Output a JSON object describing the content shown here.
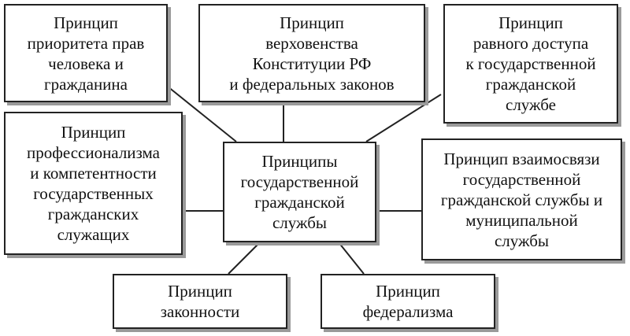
{
  "diagram": {
    "center": "Принципы\nгосударственной\nгражданской\nслужбы",
    "principles": {
      "rights_priority": "Принцип\nприоритета прав\nчеловека и\nгражданина",
      "constitution_supremacy": "Принцип\nверховенства\nКонституции РФ\nи федеральных законов",
      "equal_access": "Принцип\nравного доступа\nк государственной\nгражданской\nслужбе",
      "professionalism": "Принцип\nпрофессионализма\nи компетентности\nгосударственных\nгражданских\nслужащих",
      "interconnection": "Принцип взаимосвязи\nгосударственной\nгражданской службы и\nмуниципальной\nслужбы",
      "legality": "Принцип\nзаконности",
      "federalism": "Принцип\nфедерализма"
    },
    "colors": {
      "border": "#222222",
      "shadow": "#9a9a9a",
      "background": "#ffffff"
    }
  }
}
